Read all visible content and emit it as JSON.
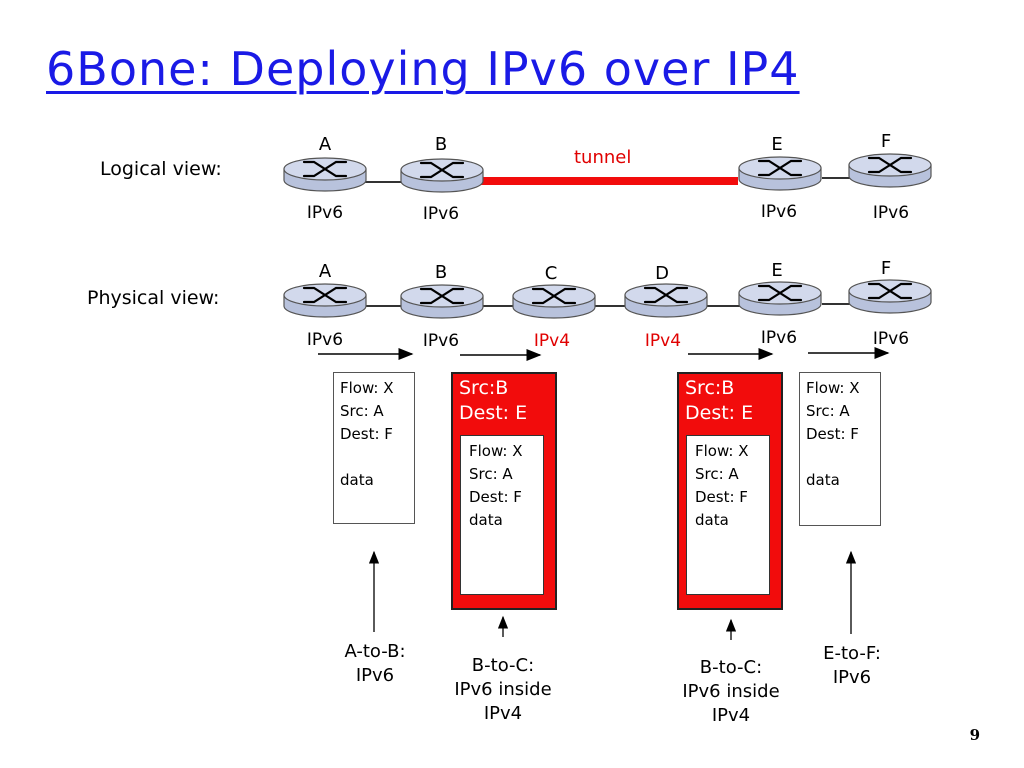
{
  "title": "6Bone: Deploying IPv6 over IP4",
  "logical": {
    "label": "Logical view:",
    "tunnel_label": "tunnel",
    "routers": [
      {
        "name": "A",
        "ip": "IPv6"
      },
      {
        "name": "B",
        "ip": "IPv6"
      },
      {
        "name": "E",
        "ip": "IPv6"
      },
      {
        "name": "F",
        "ip": "IPv6"
      }
    ]
  },
  "physical": {
    "label": "Physical view:",
    "routers": [
      {
        "name": "A",
        "ip": "IPv6"
      },
      {
        "name": "B",
        "ip": "IPv6"
      },
      {
        "name": "C",
        "ip": "IPv4"
      },
      {
        "name": "D",
        "ip": "IPv4"
      },
      {
        "name": "E",
        "ip": "IPv6"
      },
      {
        "name": "F",
        "ip": "IPv6"
      }
    ]
  },
  "packets": {
    "a_to_b": {
      "flow": "Flow: X",
      "src": "Src: A",
      "dest": "Dest: F",
      "data": "data",
      "caption_1": "A-to-B:",
      "caption_2": "IPv6"
    },
    "b_to_c": {
      "outer_src": "Src:B",
      "outer_dest": "Dest: E",
      "flow": "Flow: X",
      "src": "Src: A",
      "dest": "Dest: F",
      "data": "data",
      "caption_1": "B-to-C:",
      "caption_2": "IPv6 inside",
      "caption_3": "IPv4"
    },
    "d_to_e": {
      "outer_src": "Src:B",
      "outer_dest": "Dest: E",
      "flow": "Flow: X",
      "src": "Src: A",
      "dest": "Dest: F",
      "data": "data",
      "caption_1": "B-to-C:",
      "caption_2": "IPv6 inside",
      "caption_3": "IPv4"
    },
    "e_to_f": {
      "flow": "Flow: X",
      "src": "Src: A",
      "dest": "Dest: F",
      "data": "data",
      "caption_1": "E-to-F:",
      "caption_2": "IPv6"
    }
  },
  "page_number": "9",
  "colors": {
    "title": "#1a1ae6",
    "tunnel": "#f20c0c",
    "ipv4_label": "#e00000",
    "router_fill": "#b8c2dc"
  }
}
